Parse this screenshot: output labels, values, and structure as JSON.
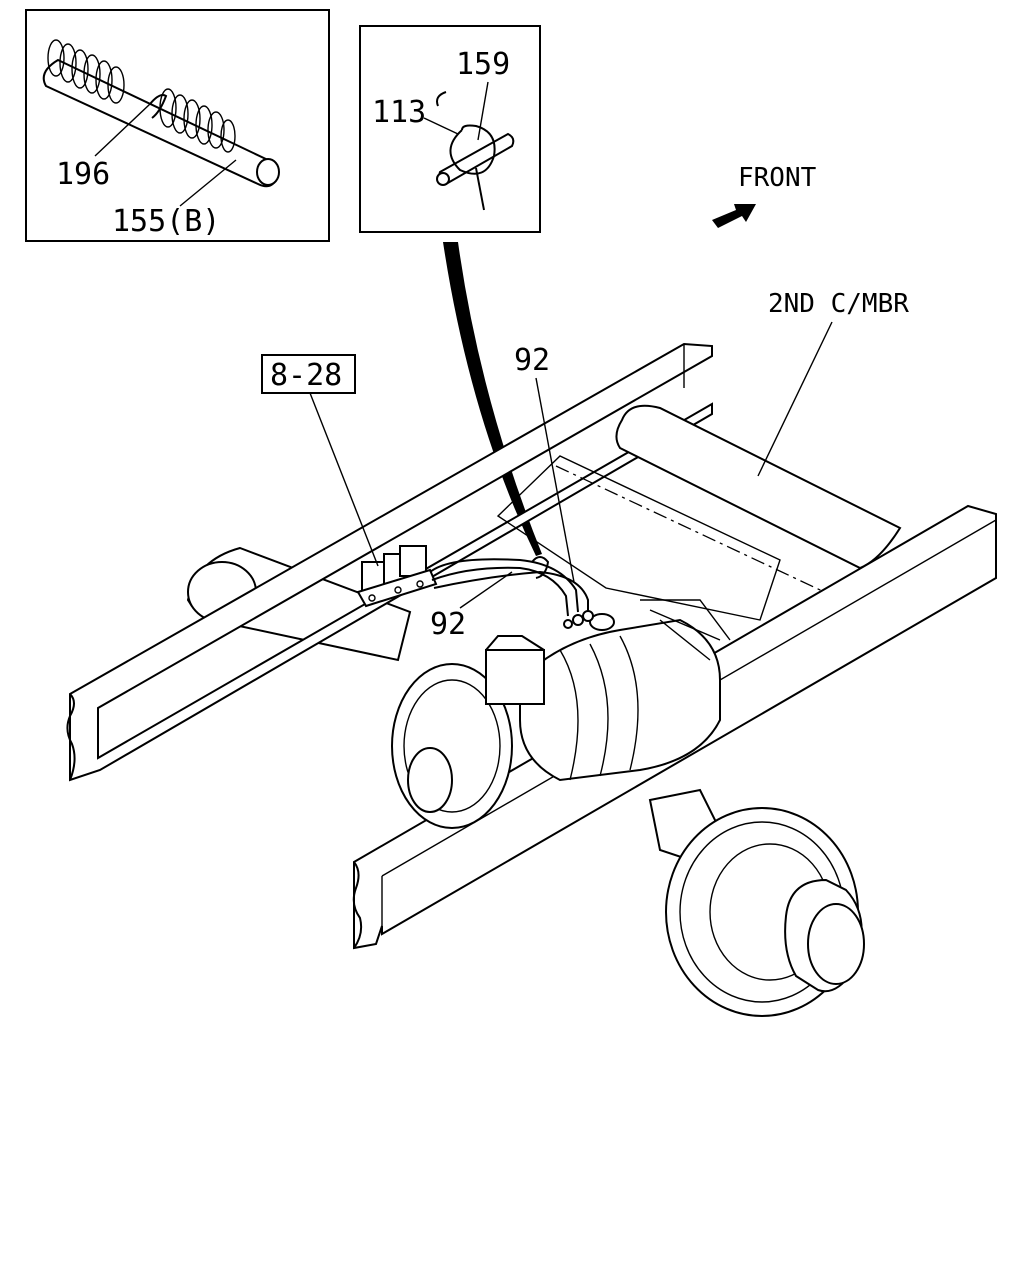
{
  "inset_left": {
    "label_a": "196",
    "label_b": "155(B)"
  },
  "inset_right": {
    "label_a": "159",
    "label_b": "113"
  },
  "direction": {
    "label": "FRONT"
  },
  "callouts": {
    "crossmember": "2ND C/MBR",
    "reference_box": "8-28",
    "hose_upper": "92",
    "hose_lower": "92"
  }
}
